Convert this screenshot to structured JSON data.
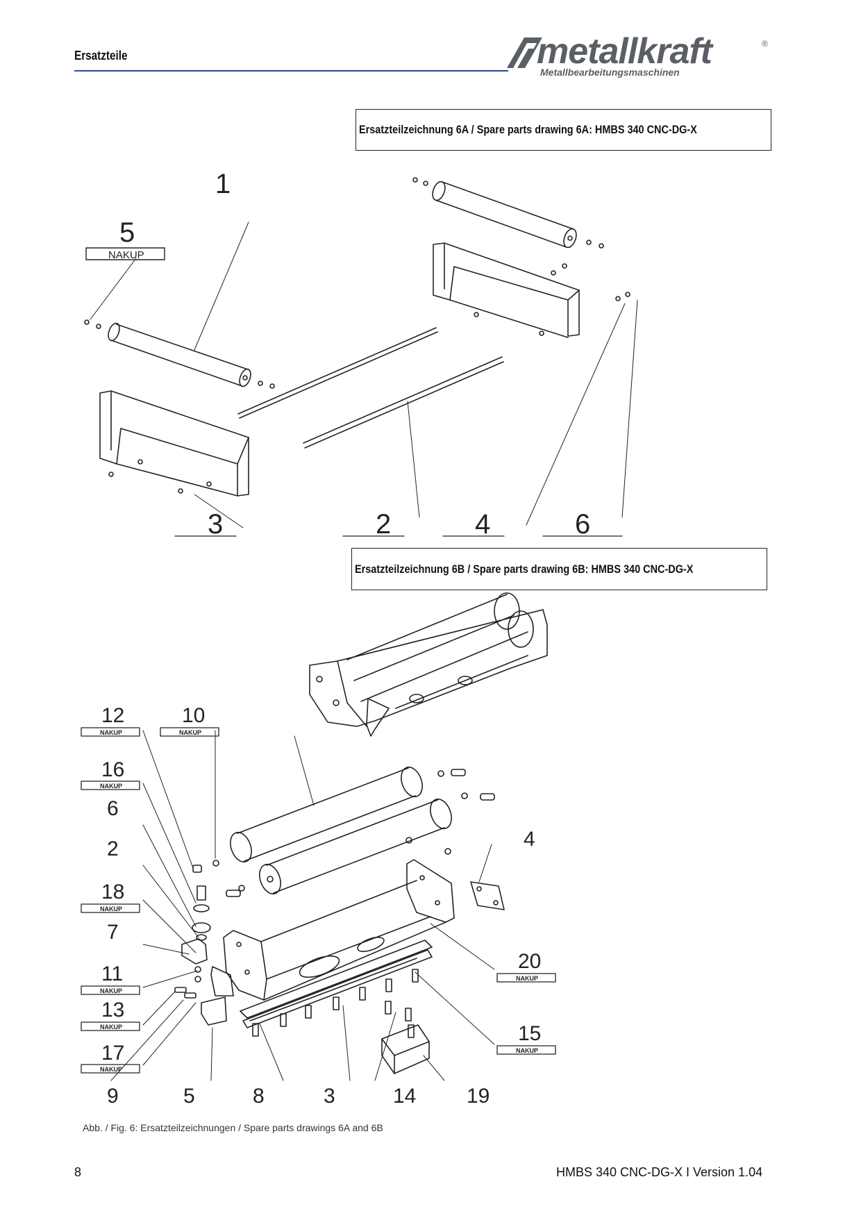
{
  "header": {
    "section_title": "Ersatzteile",
    "logo_name": "metallkraft",
    "logo_reg": "®",
    "logo_tagline": "Metallbearbeitungsmaschinen",
    "rule_color": "#1c4fa0",
    "logo_color": "#5a5f66"
  },
  "drawing_a": {
    "title": "Ersatzteilzeichnung 6A / Spare parts drawing 6A: HMBS 340 CNC-DG-X",
    "callouts": [
      "1",
      "5",
      "3",
      "2",
      "4",
      "6"
    ],
    "tag": "NAKUP"
  },
  "drawing_b": {
    "title": "Ersatzteilzeichnung 6B  / Spare parts drawing 6B: HMBS 340 CNC-DG-X",
    "callouts_left": [
      "12",
      "10",
      "16",
      "6",
      "2",
      "18",
      "7",
      "11",
      "13",
      "17"
    ],
    "callouts_right": [
      "4",
      "20",
      "15"
    ],
    "callouts_bottom": [
      "9",
      "5",
      "8",
      "3",
      "14",
      "19"
    ],
    "tag": "NAKUP"
  },
  "footer": {
    "caption": "Abb. / Fig. 6: Ersatzteilzeichnungen / Spare parts drawings 6A and 6B",
    "page_number": "8",
    "doc_version": "HMBS 340 CNC-DG-X I Version 1.04"
  }
}
